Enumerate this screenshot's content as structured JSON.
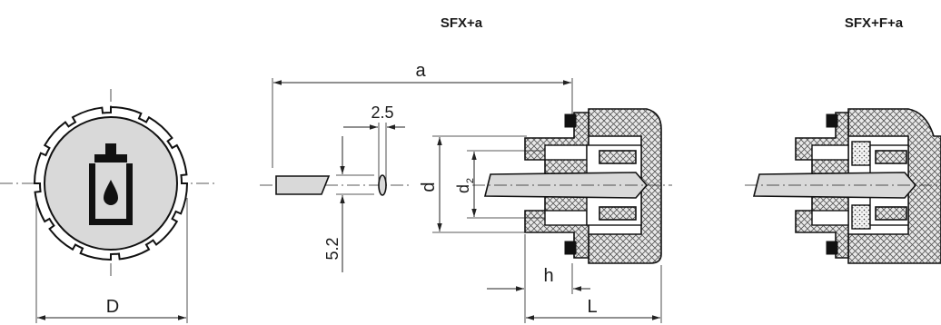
{
  "titles": {
    "variant_a": "SFX+a",
    "variant_b": "SFX+F+a"
  },
  "dimensions": {
    "a": "a",
    "pipe_end": "2.5",
    "pipe_cut": "5.2",
    "d": "d",
    "d2": "d",
    "d2_sub": "2",
    "h": "h",
    "L": "L",
    "D": "D"
  },
  "colors": {
    "line": "#111111",
    "face": "#d9d9d9",
    "hatch": "#555555"
  },
  "icons": {
    "front_view_symbol": "oil-reservoir-icon"
  }
}
